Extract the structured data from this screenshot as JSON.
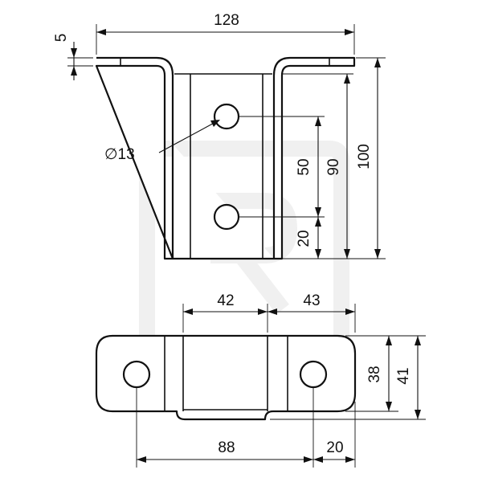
{
  "drawing": {
    "top_view": {
      "overall_width": "128",
      "flange_thickness": "5",
      "hole_diameter": "∅13",
      "hole_spacing": "50",
      "hole_to_bottom": "20",
      "inner_height": "90",
      "overall_height": "100"
    },
    "bottom_view": {
      "left_offset": "42",
      "right_offset": "43",
      "hole_spacing": "88",
      "hole_to_edge": "20",
      "inner_depth": "38",
      "overall_depth": "41"
    }
  }
}
